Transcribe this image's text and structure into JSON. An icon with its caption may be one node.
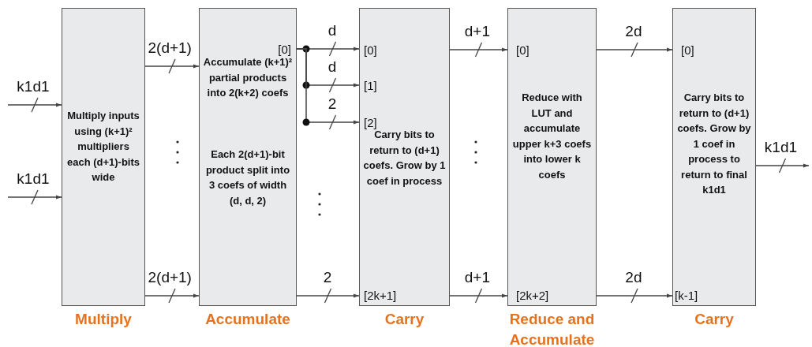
{
  "diagram": {
    "nodes": [
      {
        "text": [
          "Multiply inputs using (k+1)² multipliers each (d+1)-bits wide"
        ],
        "beside": [
          "Multiply"
        ]
      },
      {
        "text": [
          "[0]",
          "Accumulate (k+1)² partial products into 2(k+2) coefs",
          "Each 2(d+1)-bit product split into 3 coefs of width (d, d, 2)"
        ],
        "beside": [
          "Accumulate"
        ]
      },
      {
        "text": [
          "[0]",
          "[1]",
          "[2]",
          "Carry bits to return to (d+1) coefs. Grow by 1 coef in process",
          "[2k+1]"
        ],
        "beside": [
          "Carry"
        ]
      },
      {
        "text": [
          "[0]",
          "Reduce with LUT and accumulate upper k+3 coefs into lower k coefs",
          "[2k+2]"
        ],
        "beside": [
          "Reduce and Accumulate"
        ]
      },
      {
        "text": [
          "[0]",
          "Carry bits to return to (d+1) coefs. Grow by 1 coef in process to return to final k1d1",
          "[k-1]"
        ],
        "beside": [
          "Carry"
        ]
      }
    ],
    "edges": [
      {
        "from": null,
        "to": 0,
        "arrow": "to",
        "label": "k1d1"
      },
      {
        "from": null,
        "to": 0,
        "arrow": "to",
        "label": "k1d1"
      },
      {
        "from": 0,
        "to": 1,
        "arrow": "to",
        "label": "2(d+1)"
      },
      {
        "from": 0,
        "to": 1,
        "arrow": "to",
        "label": "2(d+1)"
      },
      {
        "from": 1,
        "to": 2,
        "arrow": "to",
        "label": "d"
      },
      {
        "from": 1,
        "to": 2,
        "arrow": "to",
        "label": "d"
      },
      {
        "from": 1,
        "to": 2,
        "arrow": "to",
        "label": "2"
      },
      {
        "from": 1,
        "to": 2,
        "arrow": "to",
        "label": "2"
      },
      {
        "from": 2,
        "to": 3,
        "arrow": "to",
        "label": "d+1"
      },
      {
        "from": 2,
        "to": 3,
        "arrow": "to",
        "label": "d+1"
      },
      {
        "from": 3,
        "to": 4,
        "arrow": "to",
        "label": "2d"
      },
      {
        "from": 3,
        "to": 4,
        "arrow": "to",
        "label": "2d"
      },
      {
        "from": 4,
        "to": null,
        "arrow": "to",
        "label": "k1d1"
      }
    ]
  }
}
